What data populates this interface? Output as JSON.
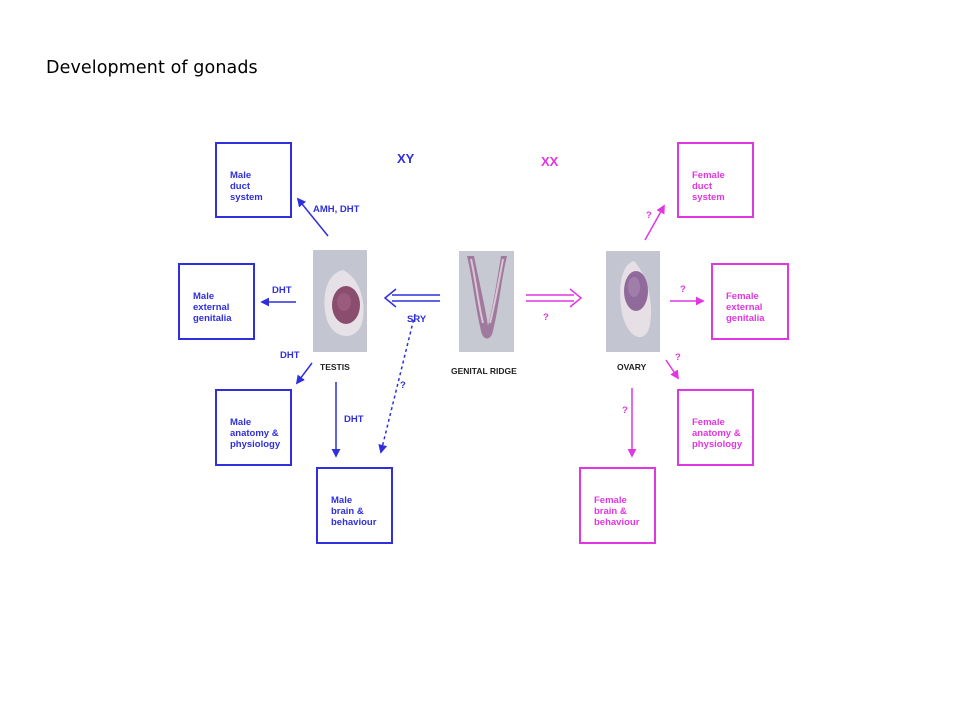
{
  "title": "Development of gonads",
  "colors": {
    "male": "#2f2fdc",
    "female": "#e236e2"
  },
  "headers": {
    "xy": "XY",
    "xx": "XX"
  },
  "male_boxes": {
    "duct": [
      "Male",
      "duct system"
    ],
    "genitalia": [
      "Male",
      "external",
      "genitalia"
    ],
    "anatomy": [
      "Male",
      "anatomy &",
      "physiology"
    ],
    "brain": [
      "Male",
      "brain &",
      "behaviour"
    ]
  },
  "female_boxes": {
    "duct": [
      "Female",
      "duct system"
    ],
    "genitalia": [
      "Female",
      "external",
      "genitalia"
    ],
    "anatomy": [
      "Female",
      "anatomy &",
      "physiology"
    ],
    "brain": [
      "Female",
      "brain &",
      "behaviour"
    ]
  },
  "gonads": {
    "testis": "TESTIS",
    "genital_ridge": "GENITAL RIDGE",
    "ovary": "OVARY"
  },
  "male_arrow_labels": {
    "duct": "AMH, DHT",
    "genitalia": "DHT",
    "anatomy": "DHT",
    "brain": "DHT",
    "sry": "SRY",
    "question": "?"
  },
  "female_arrow_labels": {
    "to_ovary": "?",
    "duct": "?",
    "genitalia": "?",
    "anatomy": "?",
    "brain": "?"
  }
}
